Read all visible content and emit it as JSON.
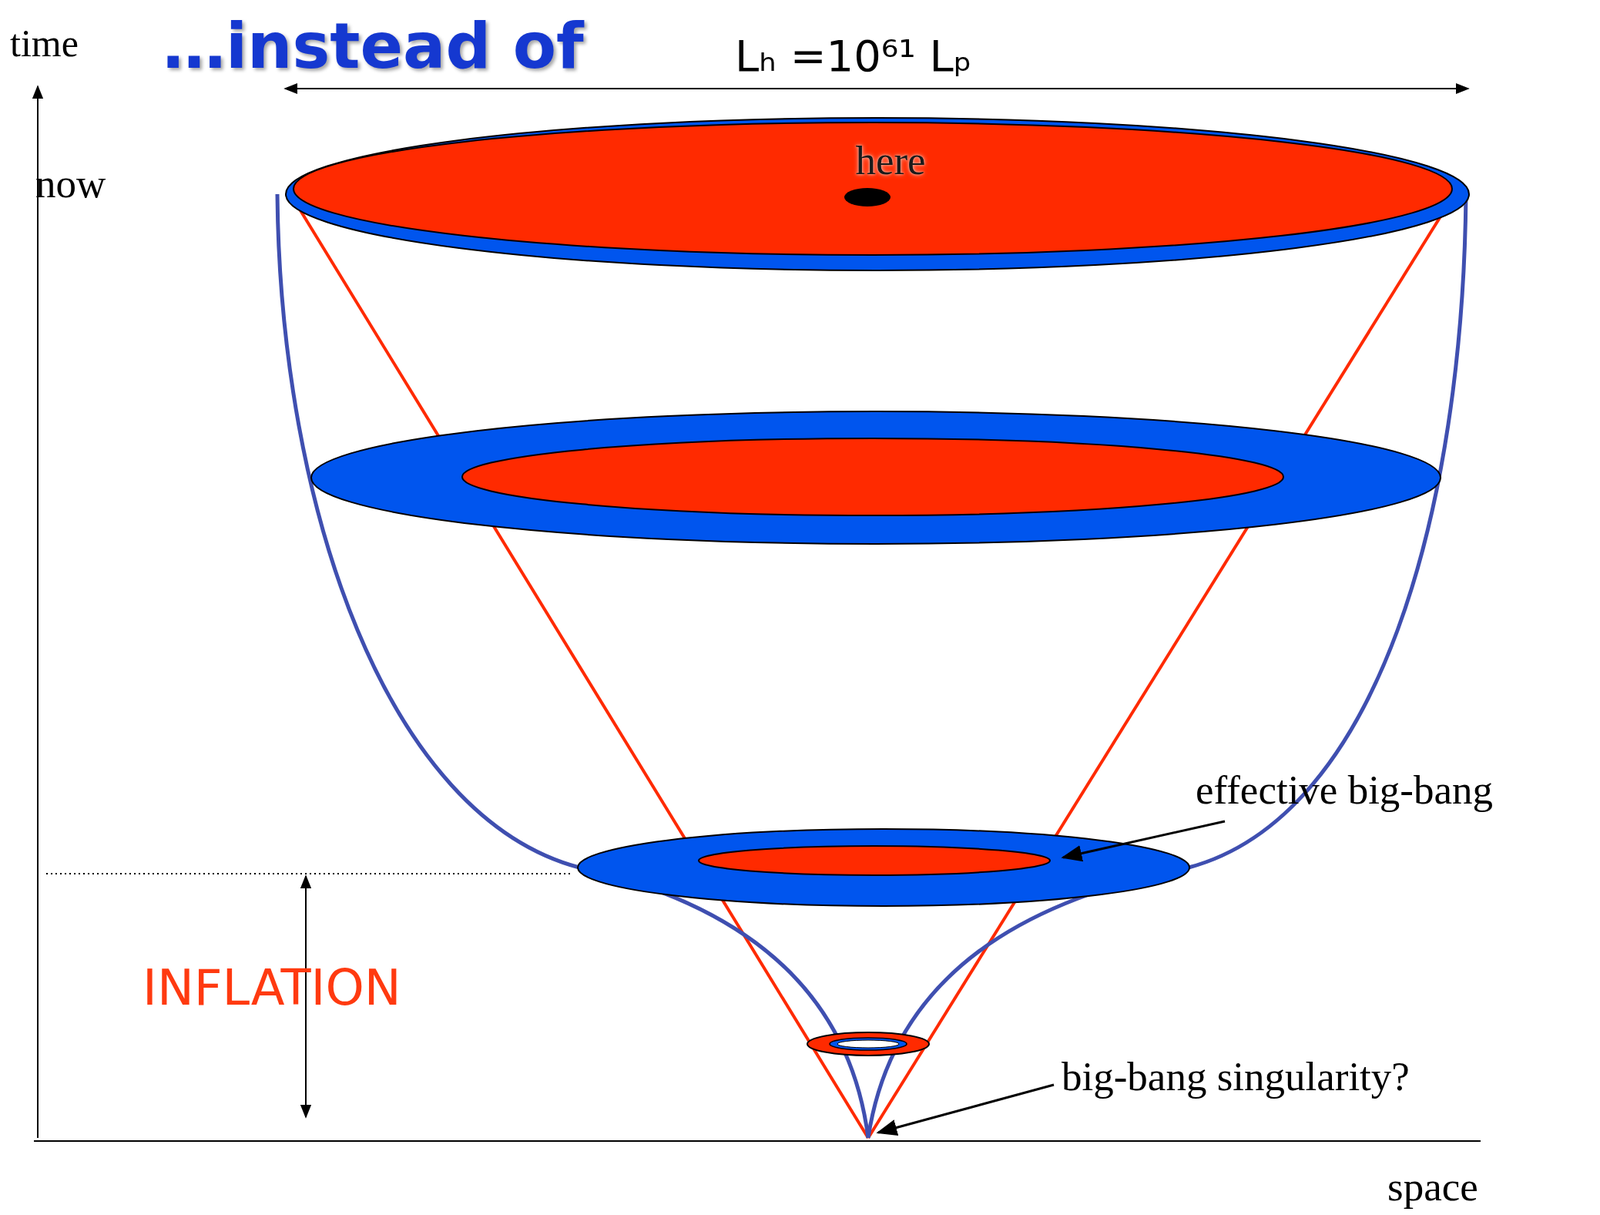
{
  "diagram": {
    "title": "…instead of",
    "nodes": [
      {
        "text": [
          "here"
        ]
      }
    ],
    "labels": [
      "time",
      "Lₕ =10⁶¹ Lₚ",
      "now",
      "effective big-bang",
      "INFLATION",
      "big-bang singularity?",
      "space"
    ]
  }
}
